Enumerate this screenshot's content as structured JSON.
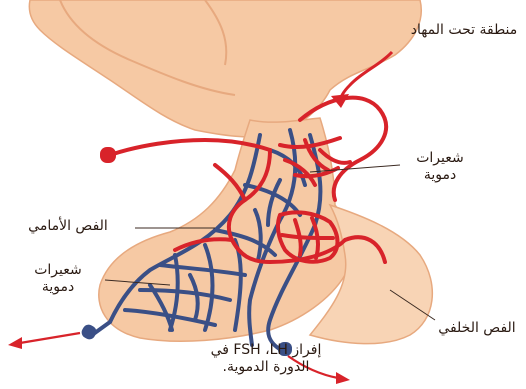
{
  "labels": {
    "hypothalamus": "منطقة تحت المهاد",
    "capillaries_upper": [
      "شعيرات",
      "دموية"
    ],
    "anterior_lobe": "الفص الأمامي",
    "capillaries_lower": [
      "شعيرات",
      "دموية"
    ],
    "posterior_lobe": "الفص الخلفي",
    "secretion_line1": "إفراز FSH ،LH في",
    "secretion_line2": "الدورة الدموية."
  },
  "colors": {
    "tissue": "#f6c9a4",
    "tissue_dark": "#e7a97f",
    "artery": "#d8232a",
    "vein": "#3a4f86",
    "leader": "#3b2a22"
  }
}
